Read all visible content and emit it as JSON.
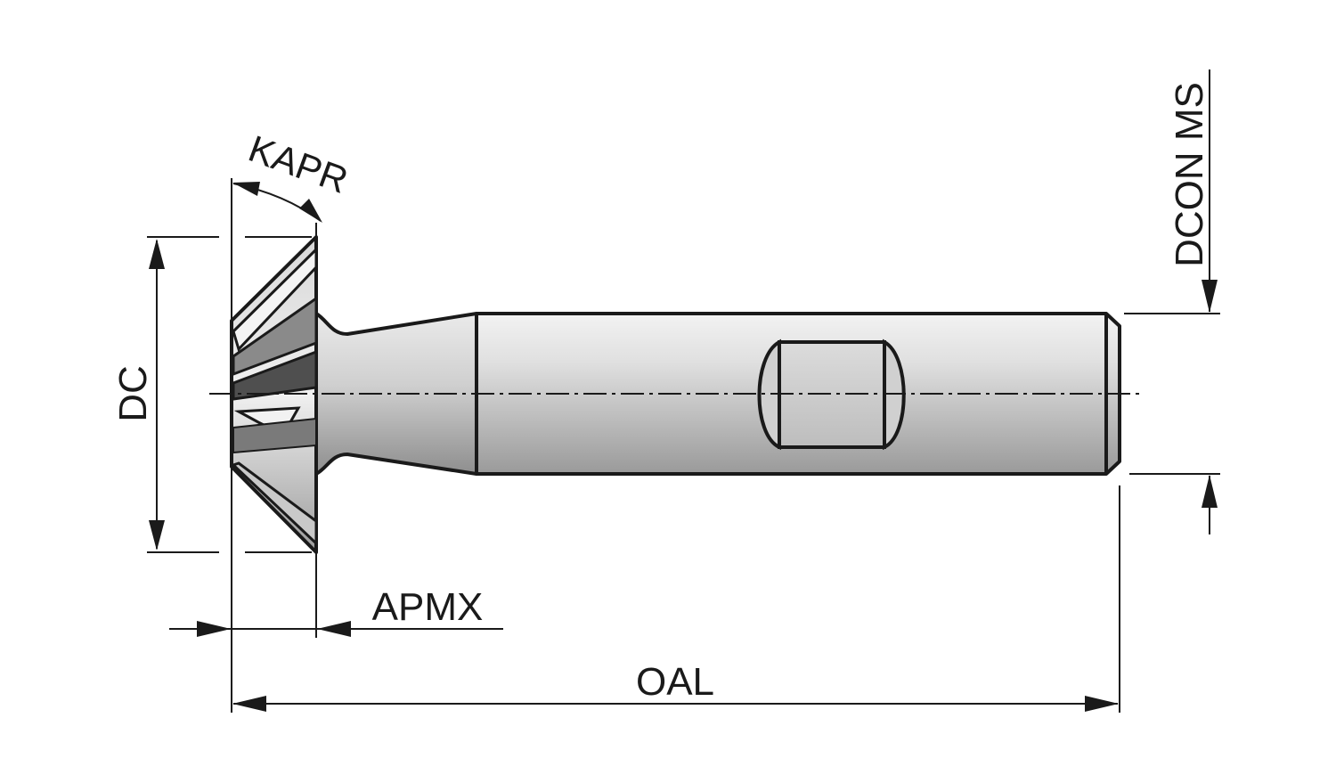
{
  "drawing": {
    "type": "cutter dimension drawing",
    "labels": {
      "kapr": "KAPR",
      "dc": "DC",
      "apmx": "APMX",
      "oal": "OAL",
      "dcon_ms": "DCON MS"
    },
    "colors": {
      "line": "#1a1a1a",
      "background": "#ffffff",
      "metal_light": "#e6e6e6",
      "metal_mid": "#b3b3b3",
      "metal_dark": "#6d6d6d"
    }
  }
}
